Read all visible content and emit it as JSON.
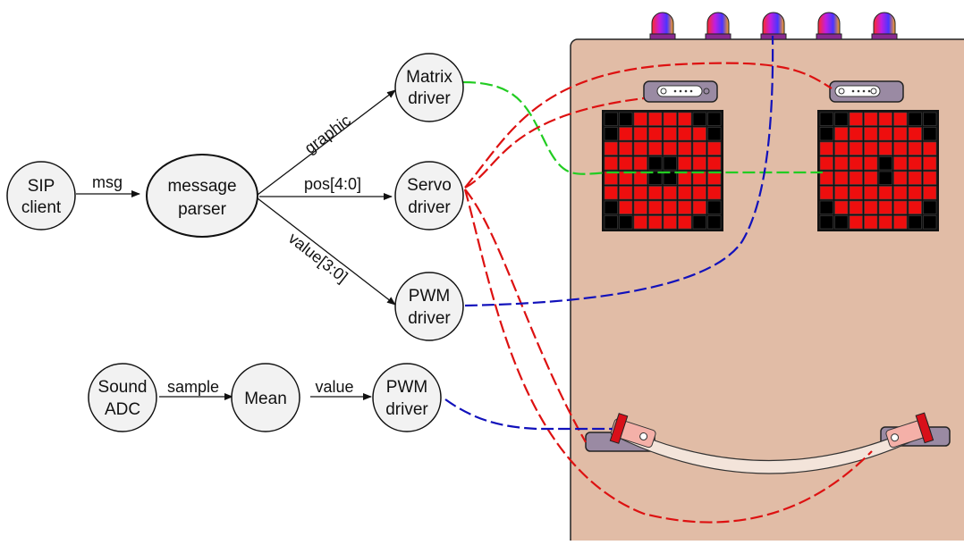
{
  "nodes": {
    "sip_client": {
      "lines": [
        "SIP",
        "client"
      ]
    },
    "message_parser": {
      "lines": [
        "message",
        "parser"
      ]
    },
    "matrix_driver": {
      "lines": [
        "Matrix",
        "driver"
      ]
    },
    "servo_driver": {
      "lines": [
        "Servo",
        "driver"
      ]
    },
    "pwm_driver_top": {
      "lines": [
        "PWM",
        "driver"
      ]
    },
    "sound_adc": {
      "lines": [
        "Sound",
        "ADC"
      ]
    },
    "mean": {
      "lines": [
        "Mean"
      ]
    },
    "pwm_driver_bottom": {
      "lines": [
        "PWM",
        "driver"
      ]
    }
  },
  "edges": {
    "msg": "msg",
    "graphic": "graphic",
    "pos": "pos[4:0]",
    "value_bus": "value[3:0]",
    "sample": "sample",
    "value": "value"
  },
  "wire_colors": {
    "matrix": "#22cc22",
    "servo": "#dd1111",
    "pwm": "#1111bb"
  },
  "board_color": "#e1bca6",
  "led_count": 5,
  "matrix_left": [
    [
      1,
      1,
      0,
      0,
      0,
      0,
      1,
      1
    ],
    [
      1,
      0,
      0,
      0,
      0,
      0,
      0,
      1
    ],
    [
      0,
      0,
      0,
      0,
      0,
      0,
      0,
      0
    ],
    [
      0,
      0,
      0,
      1,
      1,
      0,
      0,
      0
    ],
    [
      0,
      0,
      0,
      1,
      1,
      0,
      0,
      0
    ],
    [
      0,
      0,
      0,
      0,
      0,
      0,
      0,
      0
    ],
    [
      1,
      0,
      0,
      0,
      0,
      0,
      0,
      1
    ],
    [
      1,
      1,
      0,
      0,
      0,
      0,
      1,
      1
    ]
  ],
  "matrix_right": [
    [
      1,
      1,
      0,
      0,
      0,
      0,
      1,
      1
    ],
    [
      1,
      0,
      0,
      0,
      0,
      0,
      0,
      1
    ],
    [
      0,
      0,
      0,
      0,
      0,
      0,
      0,
      0
    ],
    [
      0,
      0,
      0,
      0,
      1,
      0,
      0,
      0
    ],
    [
      0,
      0,
      0,
      0,
      1,
      0,
      0,
      0
    ],
    [
      0,
      0,
      0,
      0,
      0,
      0,
      0,
      0
    ],
    [
      1,
      0,
      0,
      0,
      0,
      0,
      0,
      1
    ],
    [
      1,
      1,
      0,
      0,
      0,
      0,
      1,
      1
    ]
  ]
}
